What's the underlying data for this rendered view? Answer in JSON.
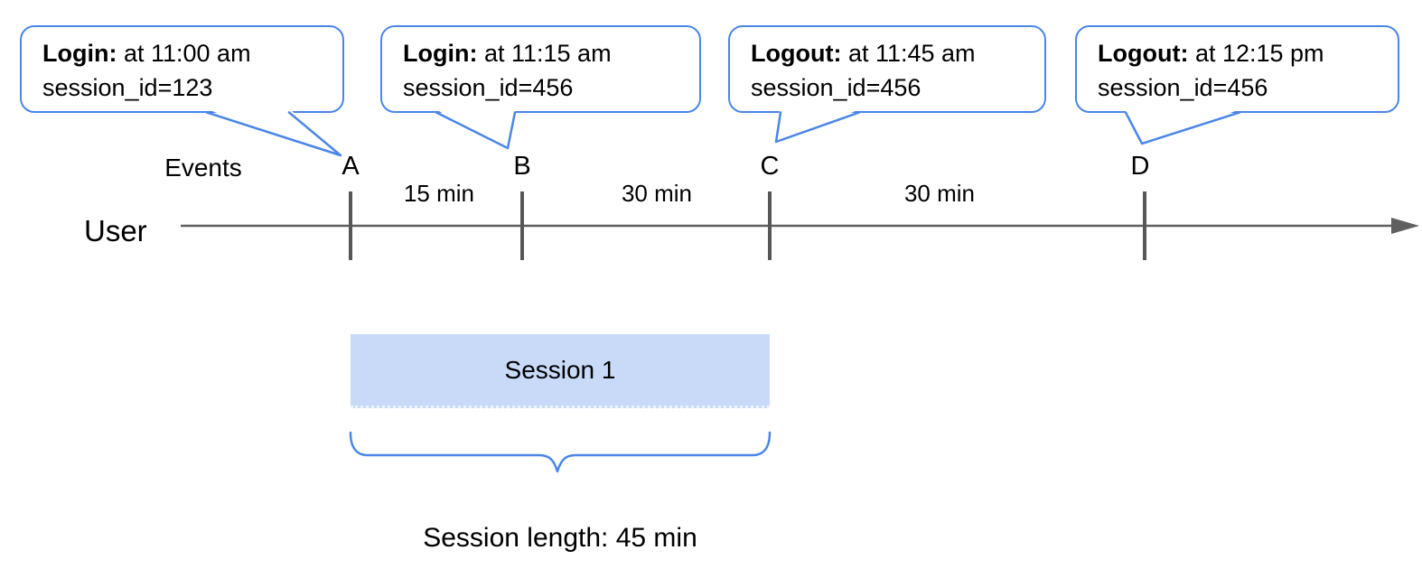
{
  "callouts": [
    {
      "event": "Login:",
      "detail": " at 11:00 am",
      "session": "session_id=123"
    },
    {
      "event": "Login:",
      "detail": " at 11:15 am",
      "session": "session_id=456"
    },
    {
      "event": "Logout:",
      "detail": " at 11:45 am",
      "session": "session_id=456"
    },
    {
      "event": "Logout:",
      "detail": " at 12:15 pm",
      "session": "session_id=456"
    }
  ],
  "timeline": {
    "events_label": "Events",
    "user_label": "User",
    "markers": [
      "A",
      "B",
      "C",
      "D"
    ],
    "intervals": [
      "15 min",
      "30 min",
      "30 min"
    ]
  },
  "session": {
    "bar_label": "Session 1",
    "length_label": "Session length: 45 min"
  },
  "colors": {
    "accent_blue": "#4a86e8",
    "session_bar_fill": "#c9daf8",
    "axis_gray": "#5f5f5f",
    "text": "#000000"
  }
}
